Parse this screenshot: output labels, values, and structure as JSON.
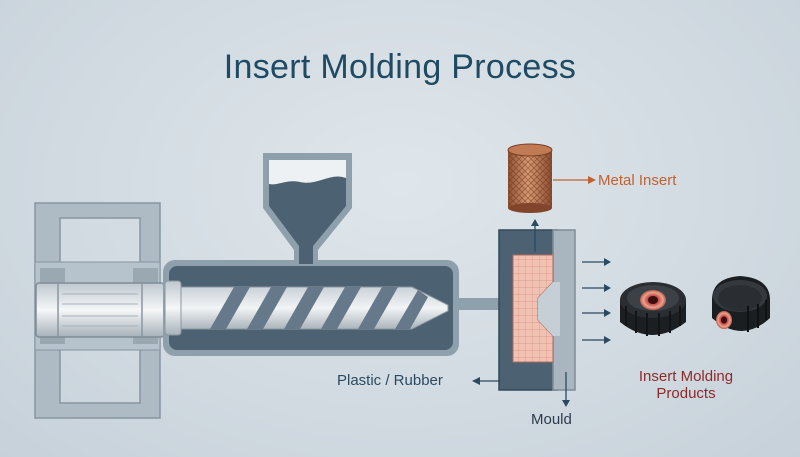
{
  "title": "Insert Molding Process",
  "labels": {
    "metal_insert": "Metal Insert",
    "plastic_rubber": "Plastic / Rubber",
    "mould": "Mould",
    "products": "Insert Molding Products"
  },
  "colors": {
    "title": "#1f4a63",
    "machine_dark": "#4c6272",
    "metal_insert": "#b06a45",
    "mould_cavity": "#e9b7a8",
    "insert_label": "#c4602e",
    "product_label": "#8e2a2a"
  }
}
